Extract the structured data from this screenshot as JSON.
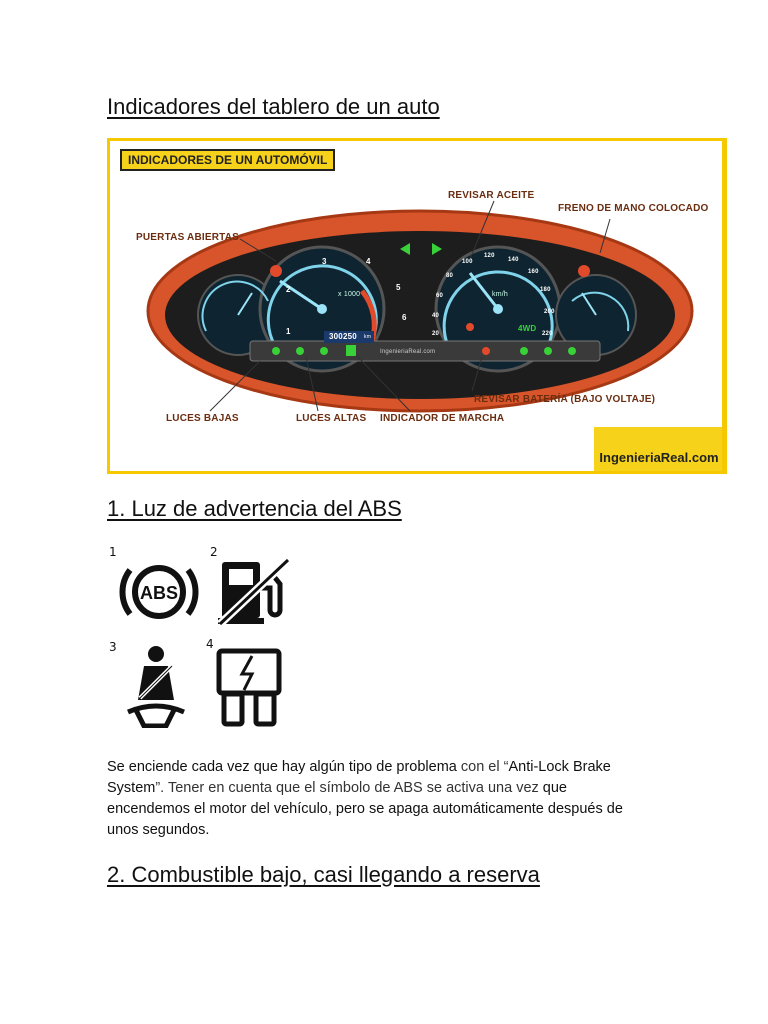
{
  "headings": {
    "main": "Indicadores del tablero de un auto",
    "section1": "1. Luz de advertencia del ABS",
    "section2": "2. Combustible bajo, casi llegando a reserva"
  },
  "infographic": {
    "title": "INDICADORES DE UN AUTOMÓVIL",
    "labels": {
      "revisar_aceite": "REVISAR ACEITE",
      "freno_mano": "FRENO DE MANO COLOCADO",
      "puertas": "PUERTAS ABIERTAS",
      "luces_bajas": "LUCES BAJAS",
      "luces_altas": "LUCES ALTAS",
      "indicador_marcha": "INDICADOR DE MARCHA",
      "bateria": "REVISAR BATERÍA (BAJO VOLTAJE)"
    },
    "gauge": {
      "rpm_unit": "x 1000",
      "speed_unit": "km/h",
      "odometer": "300250",
      "odometer_unit": "km",
      "drive_mode": "4WD",
      "watermark": "IngenieriaReal.com",
      "rpm_ticks": [
        "1",
        "2",
        "3",
        "4",
        "5",
        "6"
      ],
      "speed_ticks": [
        "20",
        "40",
        "60",
        "80",
        "100",
        "120",
        "140",
        "160",
        "180",
        "200",
        "220"
      ]
    },
    "brand": "IngenieriaReal.com"
  },
  "icons": [
    {
      "number": "1",
      "name": "abs-icon"
    },
    {
      "number": "2",
      "name": "fuel-icon"
    },
    {
      "number": "3",
      "name": "seatbelt-icon"
    },
    {
      "number": "4",
      "name": "fuse-icon"
    }
  ],
  "paragraph": {
    "part1": "Se enciende cada vez que hay algún tipo de problema",
    "part2": " con el “",
    "part3": "Anti-Lock Brake System",
    "part4": "”. Tener en cuenta que el símbolo de ABS se activa una vez",
    "part5": " que encendemos el motor del vehículo, pero se apaga automáticamente después de unos segundos."
  }
}
